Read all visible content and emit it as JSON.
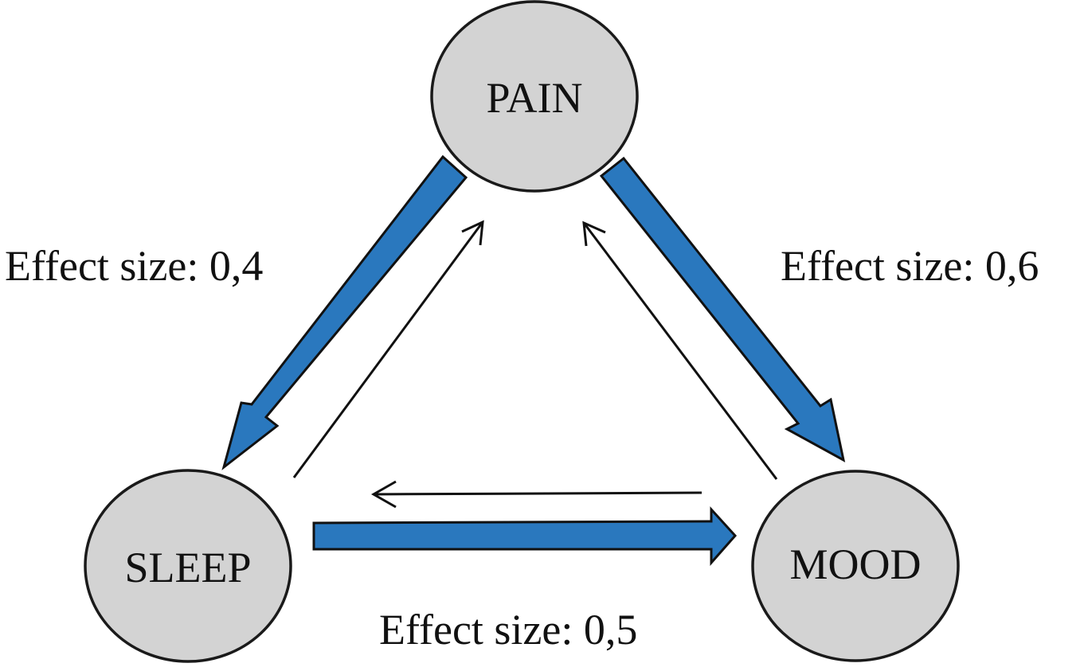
{
  "colors": {
    "node_fill": "#d3d3d3",
    "thick_arrow_fill": "#2a78be",
    "stroke": "#111111"
  },
  "nodes": {
    "pain": {
      "label": "PAIN"
    },
    "sleep": {
      "label": "SLEEP"
    },
    "mood": {
      "label": "MOOD"
    }
  },
  "effects": {
    "pain_to_sleep": "Effect size: 0,4",
    "pain_to_mood": "Effect size: 0,6",
    "sleep_to_mood": "Effect size: 0,5"
  }
}
